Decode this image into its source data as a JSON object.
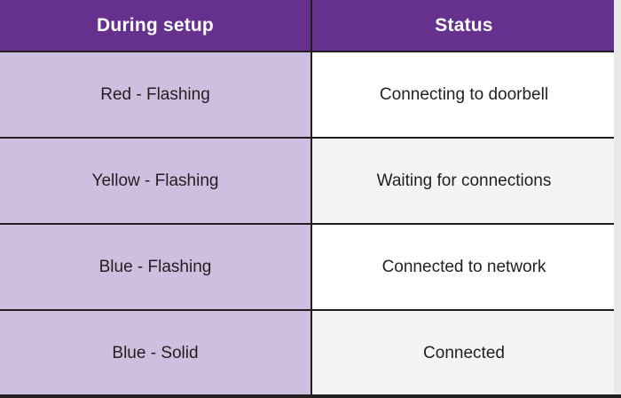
{
  "table": {
    "headers": [
      {
        "label": "During setup"
      },
      {
        "label": "Status"
      }
    ],
    "rows": [
      {
        "indicator": "Red - Flashing",
        "status": "Connecting to doorbell"
      },
      {
        "indicator": "Yellow - Flashing",
        "status": "Waiting for connections"
      },
      {
        "indicator": "Blue - Flashing",
        "status": "Connected to network"
      },
      {
        "indicator": "Blue - Solid",
        "status": "Connected"
      }
    ]
  },
  "colors": {
    "header_background": "#66308f",
    "header_text": "#ffffff",
    "left_column_background": "#cdbfe0",
    "right_column_background": "#ffffff",
    "right_column_alt_background": "#f4f4f4",
    "border": "#231f20",
    "body_text": "#231f20"
  }
}
